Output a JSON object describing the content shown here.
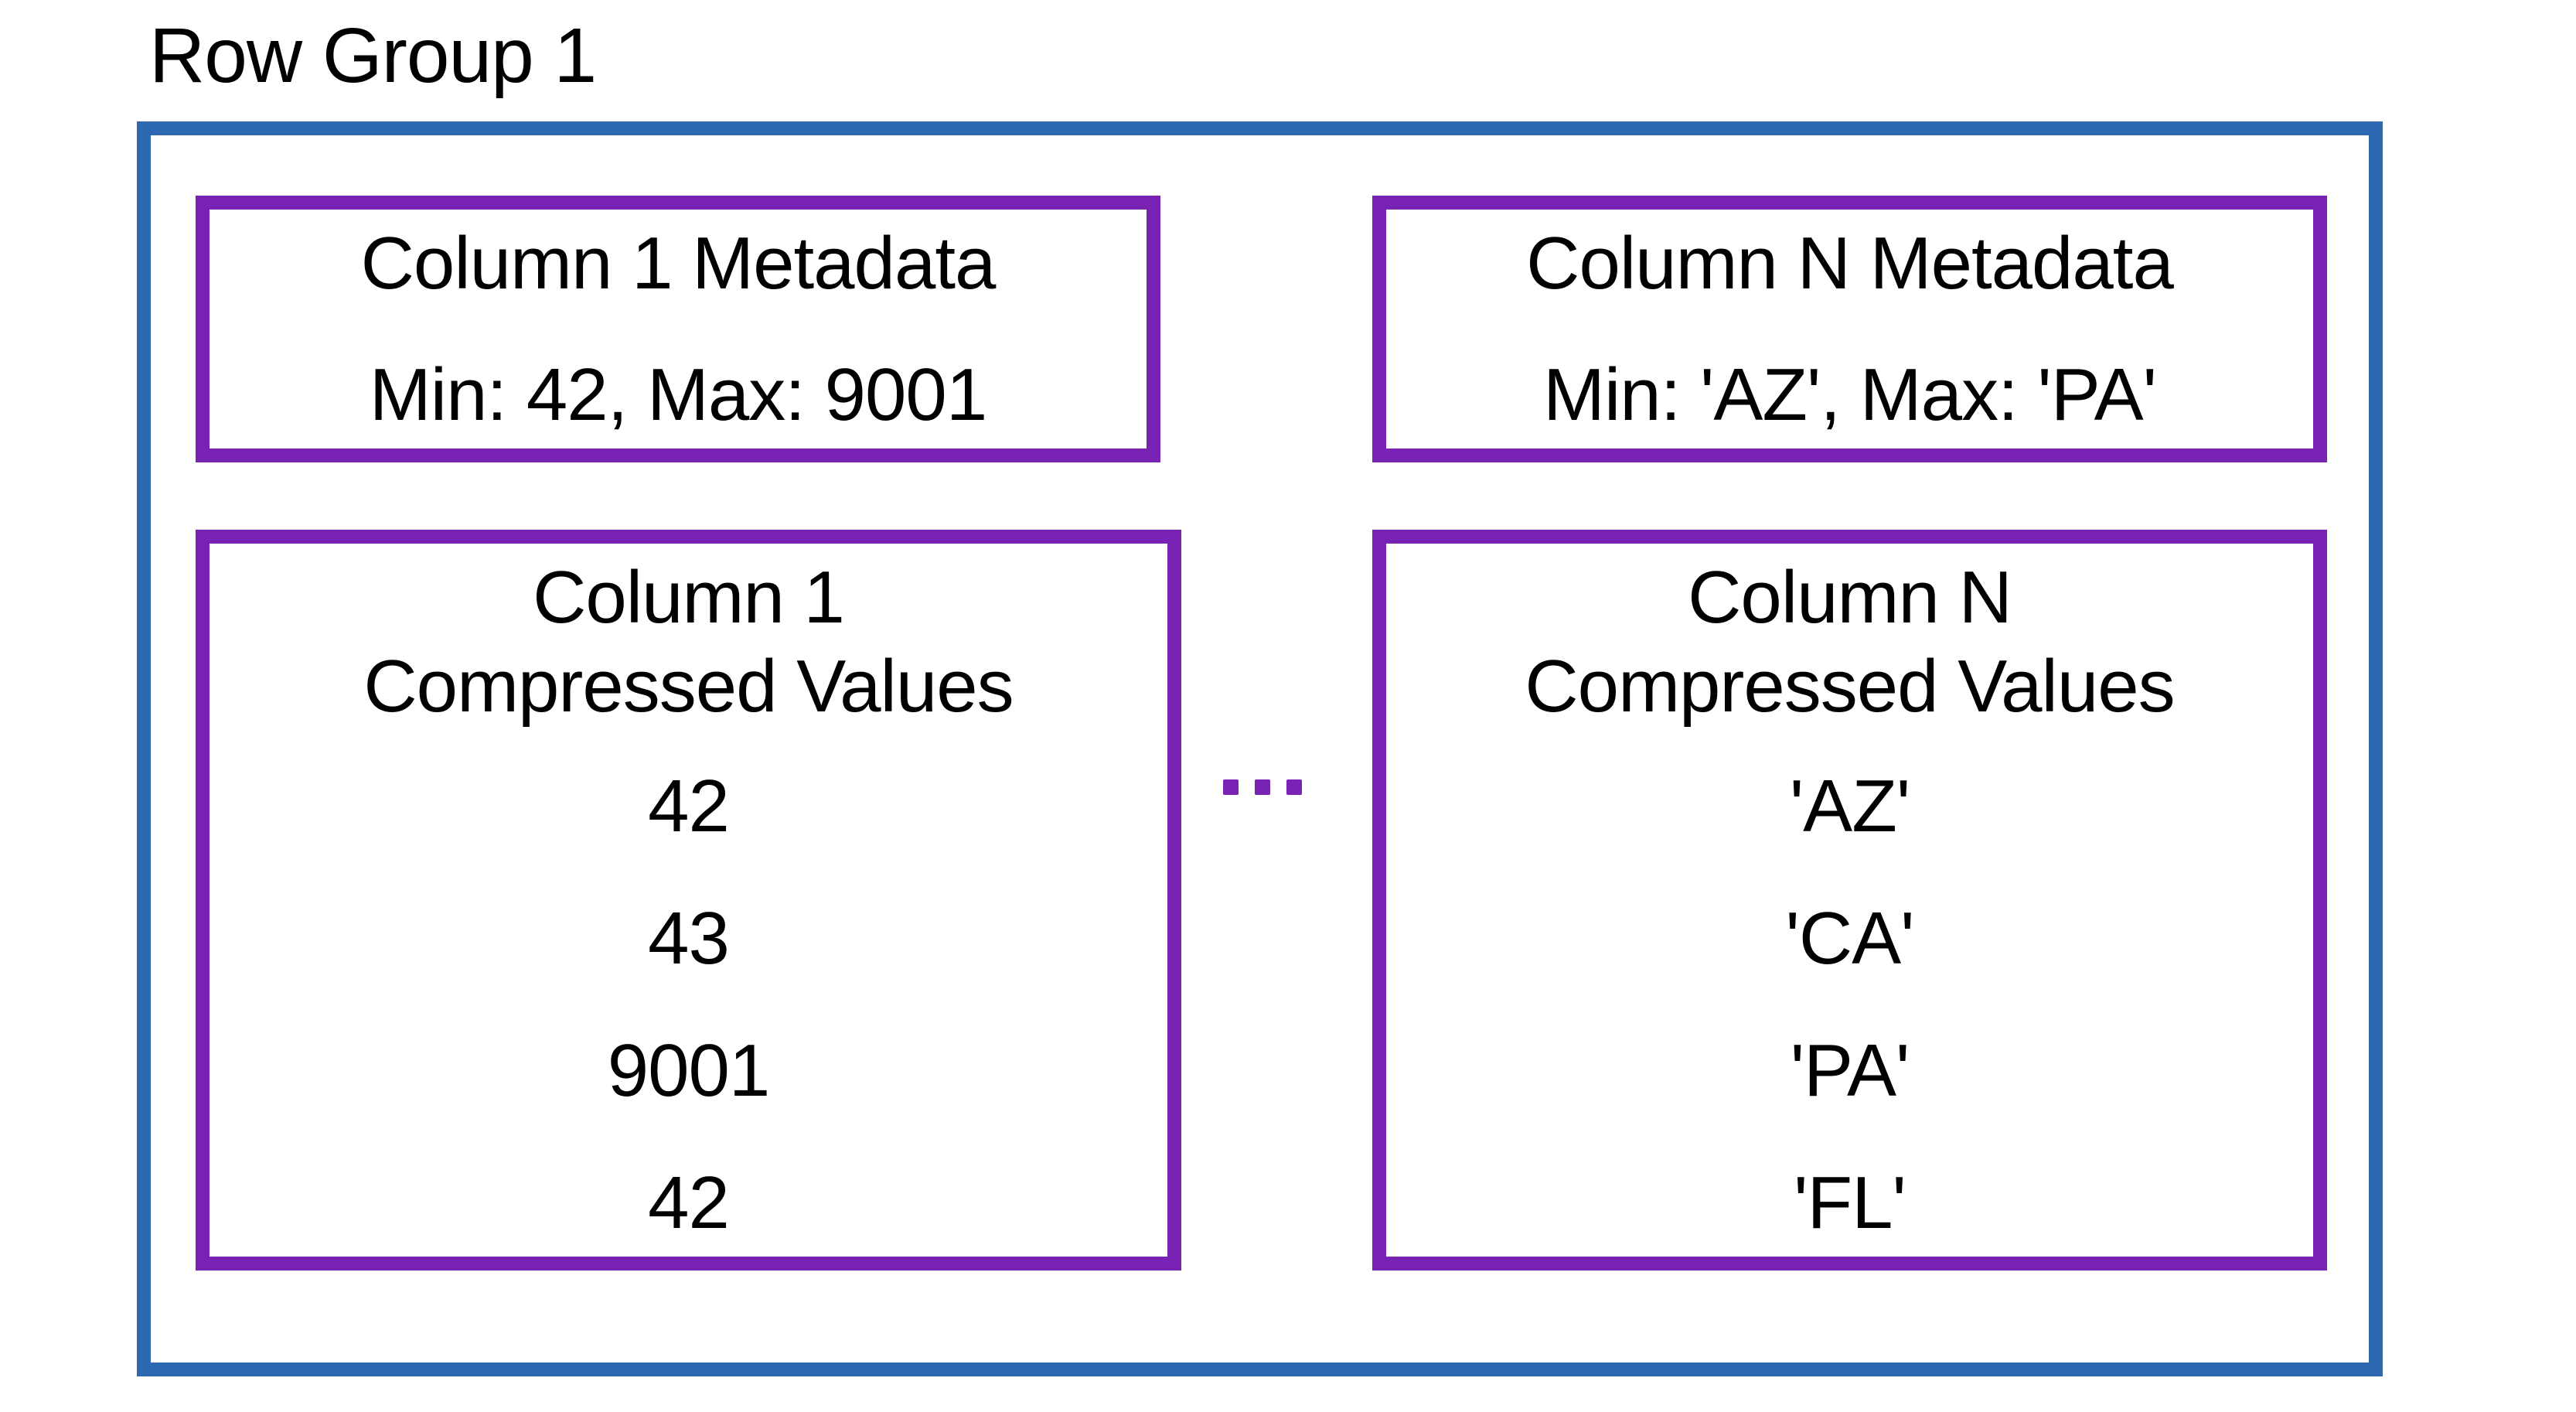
{
  "title": "Row Group 1",
  "colors": {
    "outer_border": "#2E67B2",
    "box_border": "#7823B4",
    "text": "#000000",
    "background": "#FFFFFF",
    "ellipsis": "#7823B4"
  },
  "row_group": {
    "ellipsis": "...",
    "columns": [
      {
        "metadata": {
          "line1": "Column 1 Metadata",
          "line2": "Min: 42, Max: 9001"
        },
        "values": {
          "header_line1": "Column 1",
          "header_line2": "Compressed Values",
          "items": [
            "42",
            "43",
            "9001",
            "42"
          ]
        }
      },
      {
        "metadata": {
          "line1": "Column N Metadata",
          "line2": "Min: 'AZ', Max: 'PA'"
        },
        "values": {
          "header_line1": "Column N",
          "header_line2": "Compressed Values",
          "items": [
            "'AZ'",
            "'CA'",
            "'PA'",
            "'FL'"
          ]
        }
      }
    ]
  }
}
